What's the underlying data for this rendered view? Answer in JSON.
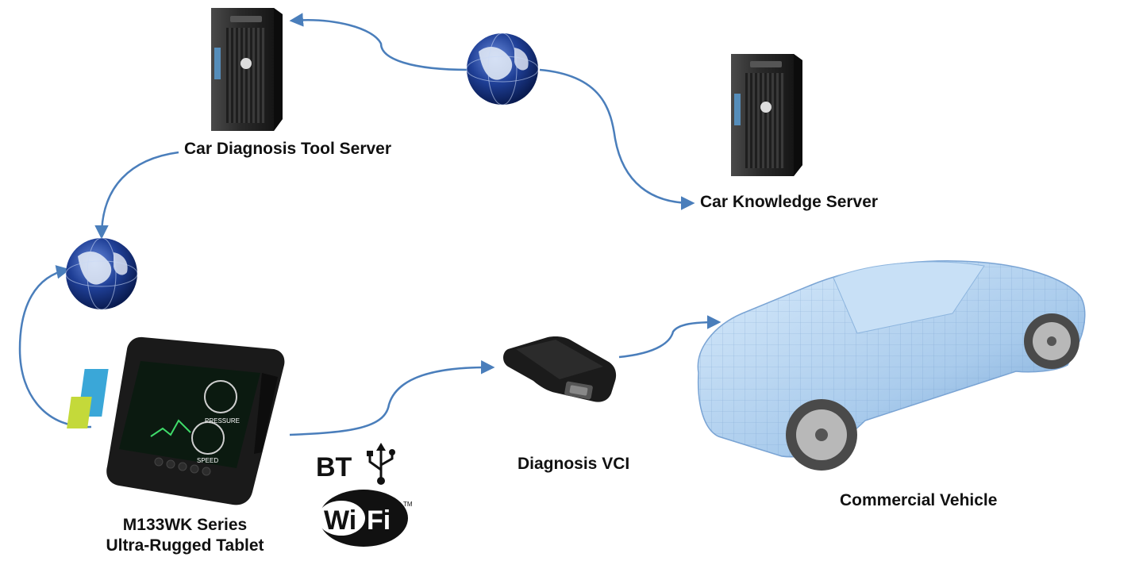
{
  "colors": {
    "connector": "#4a7ebb",
    "server_body": "#2b2b2b",
    "globe": "#1f3f96",
    "car": "#9fc4e8",
    "label": "#111111"
  },
  "nodes": {
    "tool_server": {
      "label": "Car Diagnosis Tool Server",
      "icon": "server-tower-icon"
    },
    "knowledge_server": {
      "label": "Car Knowledge Server",
      "icon": "server-tower-icon"
    },
    "internet_top": {
      "icon": "globe-icon"
    },
    "internet_left": {
      "icon": "globe-icon"
    },
    "tablet": {
      "label_line1": "M133WK Series",
      "label_line2": "Ultra-Rugged Tablet",
      "icon": "rugged-tablet-icon",
      "screen_labels": {
        "pressure": "PRESSURE",
        "speed": "SPEED"
      }
    },
    "vci": {
      "label": "Diagnosis VCI",
      "icon": "vci-adapter-icon"
    },
    "vehicle": {
      "label": "Commercial Vehicle",
      "icon": "car-wireframe-icon"
    }
  },
  "connectivity": {
    "bt_label": "BT",
    "usb_icon": "usb-icon",
    "wifi_left": "Wi",
    "wifi_right": "Fi",
    "wifi_tm": "TM"
  }
}
